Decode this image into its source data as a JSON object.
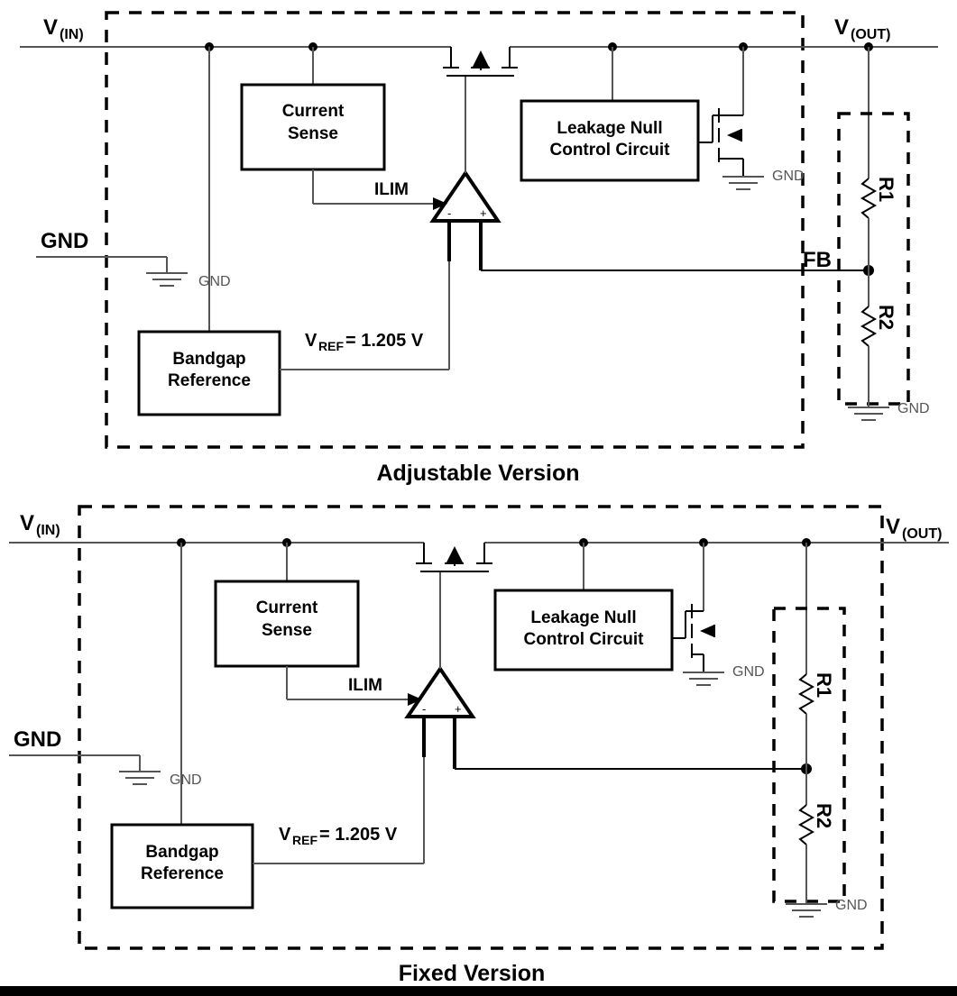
{
  "page": {
    "background": "#ffffff",
    "accent": "#000000",
    "wire_color": "#555555"
  },
  "diagrams": [
    {
      "id": "adjustable",
      "caption": "Adjustable Version",
      "pins": {
        "vin_label": "V",
        "vin_sub": "(IN)",
        "vout_label": "V",
        "vout_sub": "(OUT)",
        "gnd_label": "GND",
        "fb_label": "FB"
      },
      "blocks": [
        {
          "name": "current-sense",
          "line1": "Current",
          "line2": "Sense"
        },
        {
          "name": "leakage-null",
          "line1": "Leakage Null",
          "line2": "Control Circuit"
        },
        {
          "name": "bandgap-reference",
          "line1": "Bandgap",
          "line2": "Reference"
        }
      ],
      "signals": {
        "ilim": "ILIM",
        "vref_v": "V",
        "vref_sub": "REF",
        "vref_val": " = 1.205 V"
      },
      "amp": {
        "minus": "-",
        "plus": "+"
      },
      "resistors": [
        {
          "name": "r1",
          "label": "R1"
        },
        {
          "name": "r2",
          "label": "R2"
        }
      ],
      "ground_labels": [
        "GND",
        "GND",
        "GND"
      ],
      "divider_external": true
    },
    {
      "id": "fixed",
      "caption": "Fixed Version",
      "pins": {
        "vin_label": "V",
        "vin_sub": "(IN)",
        "vout_label": "V",
        "vout_sub": "(OUT)",
        "gnd_label": "GND",
        "fb_label": ""
      },
      "blocks": [
        {
          "name": "current-sense",
          "line1": "Current",
          "line2": "Sense"
        },
        {
          "name": "leakage-null",
          "line1": "Leakage Null",
          "line2": "Control Circuit"
        },
        {
          "name": "bandgap-reference",
          "line1": "Bandgap",
          "line2": "Reference"
        }
      ],
      "signals": {
        "ilim": "ILIM",
        "vref_v": "V",
        "vref_sub": "REF",
        "vref_val": " = 1.205 V"
      },
      "amp": {
        "minus": "-",
        "plus": "+"
      },
      "resistors": [
        {
          "name": "r1",
          "label": "R1"
        },
        {
          "name": "r2",
          "label": "R2"
        }
      ],
      "ground_labels": [
        "GND",
        "GND",
        "GND"
      ],
      "divider_external": false
    }
  ]
}
